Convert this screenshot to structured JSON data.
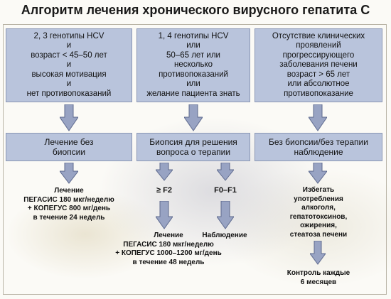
{
  "title": "Алгоритм лечения хронического вирусного гепатита С",
  "top_boxes": [
    "2, 3 генотипы HCV\nи\nвозраст < 45–50 лет\nи\nвысокая мотивация\nи\nнет противопоказаний",
    "1, 4 генотипы HCV\nили\n50–65 лет или\nнесколько\nпротивопоказаний\nили\nжелание пациента знать",
    "Отсутствие клинических\nпроявлений\nпрогрессирующего\nзаболевания печени\nвозраст > 65 лет\nили абсолютное\nпротивопоказание"
  ],
  "middle_boxes": [
    "Лечение без\nбиопсии",
    "Биопсия для решения\nвопроса о терапии",
    "Без биопсии/без терапии\nнаблюдение"
  ],
  "col1_result": "Лечение\nПЕГАСИС 180 мкг/неделю\n+ КОПЕГУС 800 мг/день\nв течение 24 недель",
  "col2_branch_left": "≥ F2",
  "col2_branch_right": "F0–F1",
  "col2_left_result": "Лечение\nПЕГАСИС 180 мкг/неделю\n+ КОПЕГУС 1000–1200 мг/день\nв течение 48 недель",
  "col2_right_result": "Наблюдение",
  "col3_result": "Избегать\nупотребления\nалкоголя,\nгепатотоксинов,\nожирения,\nстеатоза печени",
  "col3_final": "Контроль каждые\n6 месяцев",
  "colors": {
    "box_fill": "#b9c4dc",
    "box_border": "#8a96b4",
    "arrow_fill": "#98a3c3",
    "arrow_stroke": "#5e6a8e"
  }
}
